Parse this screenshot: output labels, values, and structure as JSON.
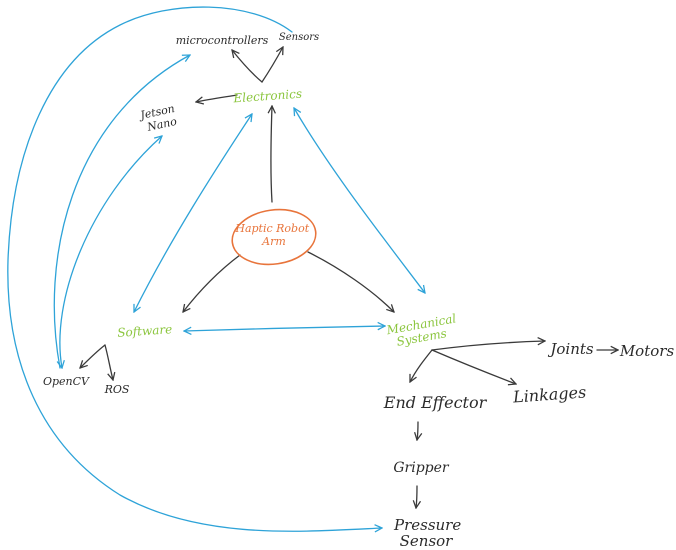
{
  "nodes": {
    "center": "Haptic Robot Arm",
    "electronics": "Electronics",
    "software": "Software",
    "mechanical": "Mechanical Systems",
    "microcontrollers": "microcontrollers",
    "sensors": "Sensors",
    "jetson_nano": "Jetson Nano",
    "opencv": "OpenCV",
    "ros": "ROS",
    "joints": "Joints",
    "motors": "Motors",
    "end_effector": "End Effector",
    "linkages": "Linkages",
    "gripper": "Gripper",
    "pressure_sensor": "Pressure Sensor"
  },
  "colors": {
    "ink": "#2b2b2b",
    "green": "#8cc63f",
    "orange": "#e8743b",
    "blue": "#2ea3d8"
  }
}
